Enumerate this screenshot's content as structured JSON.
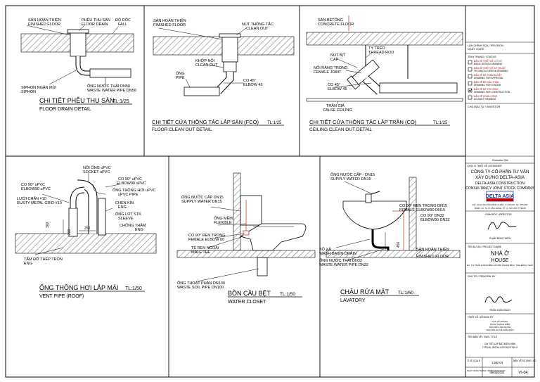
{
  "details": {
    "d1": {
      "title": "CHI TIẾT PHỄU THU SÀN",
      "scale": "TL:1/25",
      "subtitle": "FLOOR DRAIN DETAIL",
      "labels": {
        "finish_vn": "SÀN HOÀN THIỆN",
        "finish_en": "FINISHED FLOOR",
        "drain_vn": "PHỄU THU SÀN",
        "drain_en": "FLOOR DRAIN",
        "slope_vn": "ĐỘ DỐC",
        "slope_en": "FALL",
        "siphon_vn": "SIPHON NGĂN MÙI",
        "siphon_en": "SIPHON",
        "waste_vn": "ỐNG NƯỚC THẢI DN50",
        "waste_en": "WASTE WATER PIPE DN50"
      }
    },
    "d2": {
      "title": "CHI TIẾT CỬA THÔNG TẮC LẮP SÀN (FCO)",
      "scale": "TL:1/25",
      "subtitle": "FLOOR CLEAN OUT DETAIL",
      "labels": {
        "finish_vn": "SÀN HOÀN THIỆN",
        "finish_en": "FINISHED FLOOR",
        "co_vn": "NÚT THÔNG TẮC",
        "co_en": "CLEAN OUT",
        "joint_vn": "KHỚP NỐI",
        "joint_en": "CLEAN OUT",
        "pipe_vn": "ỐNG",
        "pipe_en": "PIPE",
        "elbow_vn": "CO 45°",
        "elbow_en": "ELBOW 45"
      }
    },
    "d3": {
      "title": "CHI TIẾT CỬA THÔNG TẮC LẮP TRẦN (CO)",
      "scale": "TL:1/25",
      "subtitle": "CEILING CLEAN OUT DETAIL",
      "labels": {
        "slab_vn": "SÀN BÊTÔNG",
        "slab_en": "CONCRETE FLOOR",
        "rod_vn": "TY TREO",
        "rod_en": "THREAD ROD",
        "cap_vn": "NÚT BỊT",
        "cap_en": "CAP",
        "fem_vn": "NỐI RĂNG TRONG",
        "fem_en": "FEMALE JOINT",
        "elbow_vn": "CO 45°",
        "elbow_en": "ELBOW 45",
        "ceil_vn": "TRẦN GIẢ",
        "ceil_en": "FALSE CEILING"
      }
    },
    "d4": {
      "title": "ỐNG THÔNG HƠI LẮP MÁI",
      "scale": "TL:1/50",
      "subtitle": "VENT PIPE (ROOF)",
      "labels": {
        "socket_vn": "NỐI ỐNG uPVC",
        "socket_en": "SOCKET uPVC",
        "co90a_vn": "CO 90° uPVC",
        "co90a_en": "ELBOW90 uPVC",
        "co90b_vn": "CO 90° uPVC",
        "co90b_en": "ELBOW90 uPVC",
        "vent_vn": "ỐNG THÔNG HƠI uPVC",
        "vent_en": "uPVC PIPE",
        "grid_vn": "LƯỚI CHẮN #10",
        "grid_en": "RUSTY METAL GRID #10",
        "eng1_vn": "CHÈN KÍN",
        "eng1_en": "ENG",
        "sleeve_vn": "ỐNG LÓT STK",
        "sleeve_en": "SLEEVE",
        "eng2_vn": "CHỐNG THẤM",
        "eng2_en": "ENG",
        "round_vn": "TẤM ĐỠ THÉP TRÒN",
        "round_en": "ENG",
        "dim_a": "300",
        "dim_b": "250",
        "dim_c": "200"
      }
    },
    "d5": {
      "title": "BỒN CẦU BỆT",
      "scale": "TL:1/50",
      "subtitle": "WATER CLOSET",
      "labels": {
        "supply_vn": "ỐNG NƯỚC CẤP DN15",
        "supply_en": "SUPPLY WATER DN15",
        "flex_vn": "ỐNG MỀM",
        "flex_en": "FLEXIBLE",
        "co90_vn": "CO 90° REN TRONG",
        "co90_en": "FEMALE ELBOW 90",
        "te_vn": "TÊ REN NGOÀI",
        "te_en": "MALE TEE",
        "soil_vn": "ỐNG THOÁT PHÂN DN100",
        "soil_en": "WASTE SOIL PIPE DN100"
      }
    },
    "d6": {
      "title": "CHẬU RỬA MẶT",
      "scale": "TL:1/60",
      "subtitle": "LAVATORY",
      "labels": {
        "supply_vn": "ỐNG NƯỚC CẤP - DN15",
        "supply_en": "SUPPLY WATER DN15",
        "co90_vn": "CO 90° REN TRONG DN15",
        "co90_en": "FEMALE ELBOW90 DN15",
        "co90b_vn": "CO 90° DN32",
        "co90b_en": "ELBOW90 DN32",
        "xa_vn": "BỘ XẢ",
        "xa_en": "WASH BASIN DRAIN",
        "waste_vn": "ỐNG NƯỚC THẢI DN32",
        "waste_en": "WASTE WATER PIPE DN32",
        "finish_vn": "SÀN HOÀN THIỆN",
        "finish_en": "FINISHED FLOOR",
        "dim": "450"
      }
    }
  },
  "title_block": {
    "revision_label": "LẦN CHỈNH SỬA / REVISION",
    "date_label": "NGÀY / DATE",
    "status_header": "TÌNH TRẠNG / STATUS",
    "statuses": [
      {
        "vn": "BẢN VẼ THIẾT KẾ CƠ SỞ",
        "en": "BASIC DESIGN DRAWING",
        "checked": false
      },
      {
        "vn": "BẢN VẼ THIẾT KẾ KỸ THUẬT",
        "en": "TECHNICAL DESIGN DRAWING",
        "checked": false
      },
      {
        "vn": "BẢN VẼ ĐỂ THẨM DUYỆT",
        "en": "DRAWING FOR APPROVAL",
        "checked": false
      },
      {
        "vn": "BẢN VẼ ĐỂ ĐẤU THẦU",
        "en": "DRAWING FOR TENDER",
        "checked": false
      },
      {
        "vn": "BẢN VẼ ĐỂ THI CÔNG",
        "en": "DRAWING FOR CONSTRUCTION",
        "checked": true
      },
      {
        "vn": "BẢN VẼ HOÀN CÔNG",
        "en": "AS-BUILT DRAWING",
        "checked": false
      }
    ],
    "investor_label": "CHỦ ĐẦU TƯ / INVESTOR",
    "production_label": "Production Title",
    "designer_label": "ĐƠN VỊ THIẾT KẾ / DESIGNER",
    "company_vn_1": "CÔNG TY CỔ PHẦN TƯ VẤN",
    "company_vn_2": "XÂY DỰNG DELTA-ASIA",
    "company_en_1": "DELTA-ASIA CONSTRUCTION",
    "company_en_2": "CONSULTANCY JOINT STOCK COMPANY",
    "logo_text": "DELTA ASIA",
    "address_1": "ĐC: 101A NGUYỄN ĐÌNH CHIỂU, P. ĐAKAO, Q1, TPHCM",
    "address_2": "VPĐD: 14, TẠ VI VĂN HÀNH, P7, Q. GÒ VẤP, TPHCM",
    "director_label": "GIÁM ĐỐC / DIRECTOR",
    "director_name": "PHẠM ĐÌNH THIÊN",
    "project_label": "TÊN DỰ ÁN / PROJECT NAME",
    "project_vn": "NHÀ Ở",
    "project_en": "HOUSE",
    "project_loc": "ĐC: THỊ TRẤN THANH BÌNH, HUYỆN THANH BÌNH, TỈNH ĐỒNG THÁP",
    "principal_label": "CHỦ TRÌ / PRINCIPAL BY",
    "principal_name": "TRẦN XUÂN BÁCH",
    "design_label": "THIẾT KẾ / DESIGN BY",
    "designers": [
      "CAO LÊ HOÀNG",
      "PHẠM THẠNH HIỀN",
      "NGUYỄN LINH HƯNG",
      "NGUYỄN HUỲNH KIÊN BẢO"
    ],
    "drawing_title_label": "TÊN BẢN VẼ / DWG. TITLE",
    "drawing_title_1": "CHI TIẾT LẮP ĐẶT ĐIỂN HÌNH",
    "drawing_title_2": "TYPICAL INSTALLATION DETAILS",
    "scale_label": "TỈ LỆ SCALE",
    "scale_value": "1:50(A3)",
    "dwg_no_label": "BẢN VẼ SỐ DWG. NO",
    "date_done_label": "NGÀY HOÀN THÀNH COMPLETION DATE",
    "date_done": "09/03/2021",
    "sheet_no": "VI-04"
  },
  "colors": {
    "accent": "#c00000",
    "logo_blue": "#1f3a93"
  }
}
